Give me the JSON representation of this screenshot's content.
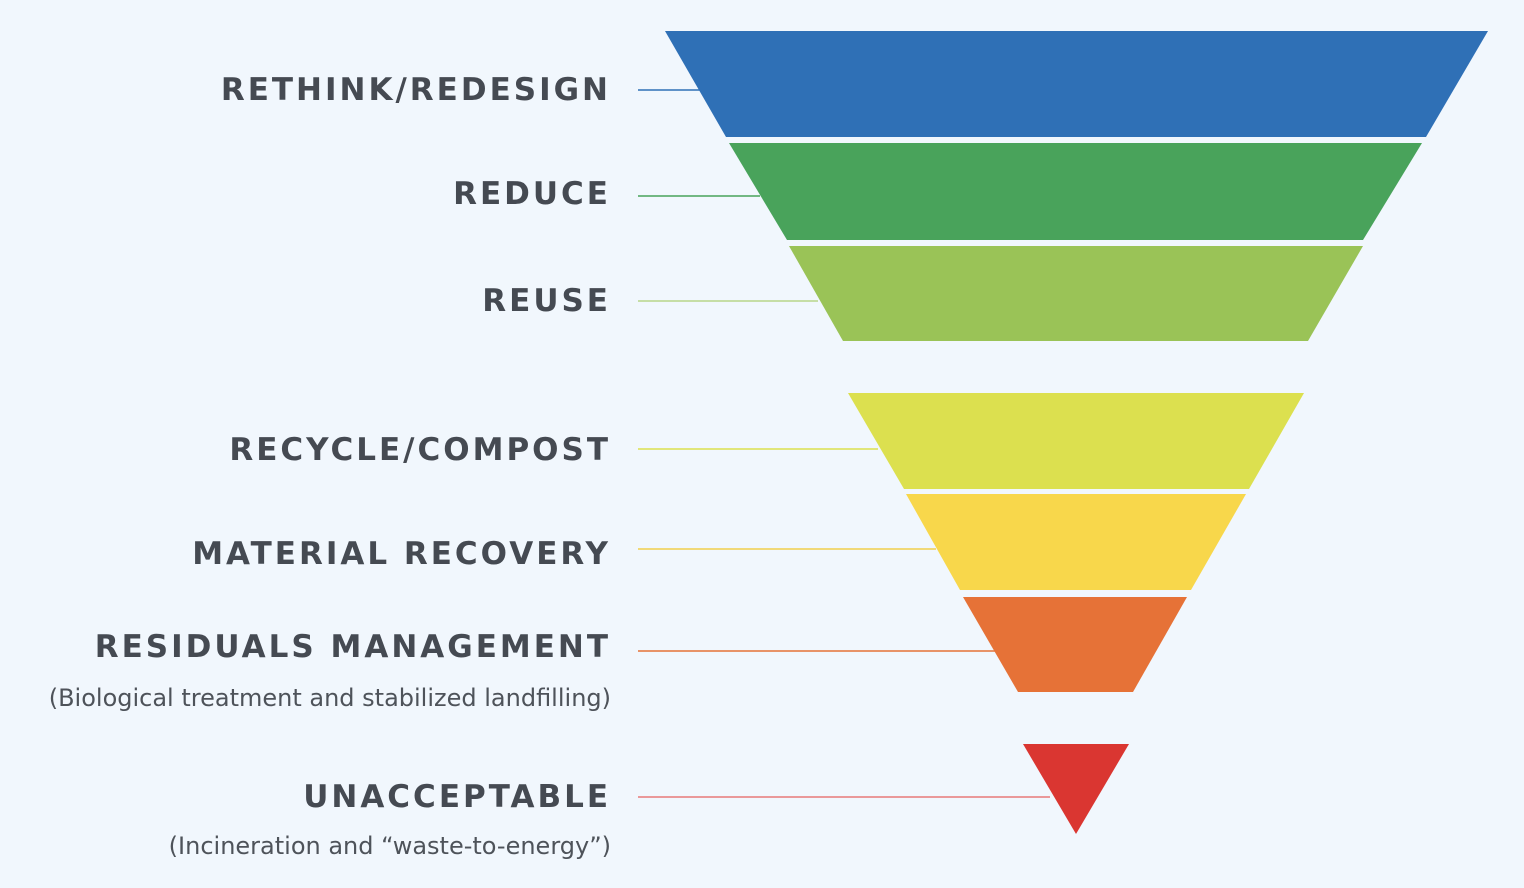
{
  "diagram": {
    "tiers": [
      {
        "label": "RETHINK/REDESIGN",
        "sublabel": "",
        "color": "#2f70b6",
        "line_color": "#2f70b6"
      },
      {
        "label": "REDUCE",
        "sublabel": "",
        "color": "#49a35b",
        "line_color": "#49a35b"
      },
      {
        "label": "REUSE",
        "sublabel": "",
        "color": "#9ac357",
        "line_color": "#b7d68a"
      },
      {
        "label": "RECYCLE/COMPOST",
        "sublabel": "",
        "color": "#dce04f",
        "line_color": "#dce04f"
      },
      {
        "label": "MATERIAL RECOVERY",
        "sublabel": "",
        "color": "#f8d74b",
        "line_color": "#f1cf4d"
      },
      {
        "label": "RESIDUALS MANAGEMENT",
        "sublabel": "(Biological treatment and stabilized landfilling)",
        "color": "#e67237",
        "line_color": "#e67237"
      },
      {
        "label": "UNACCEPTABLE",
        "sublabel": "(Incineration and “waste-to-energy”)",
        "color": "#da3631",
        "line_color": "#e77a7a"
      }
    ]
  }
}
